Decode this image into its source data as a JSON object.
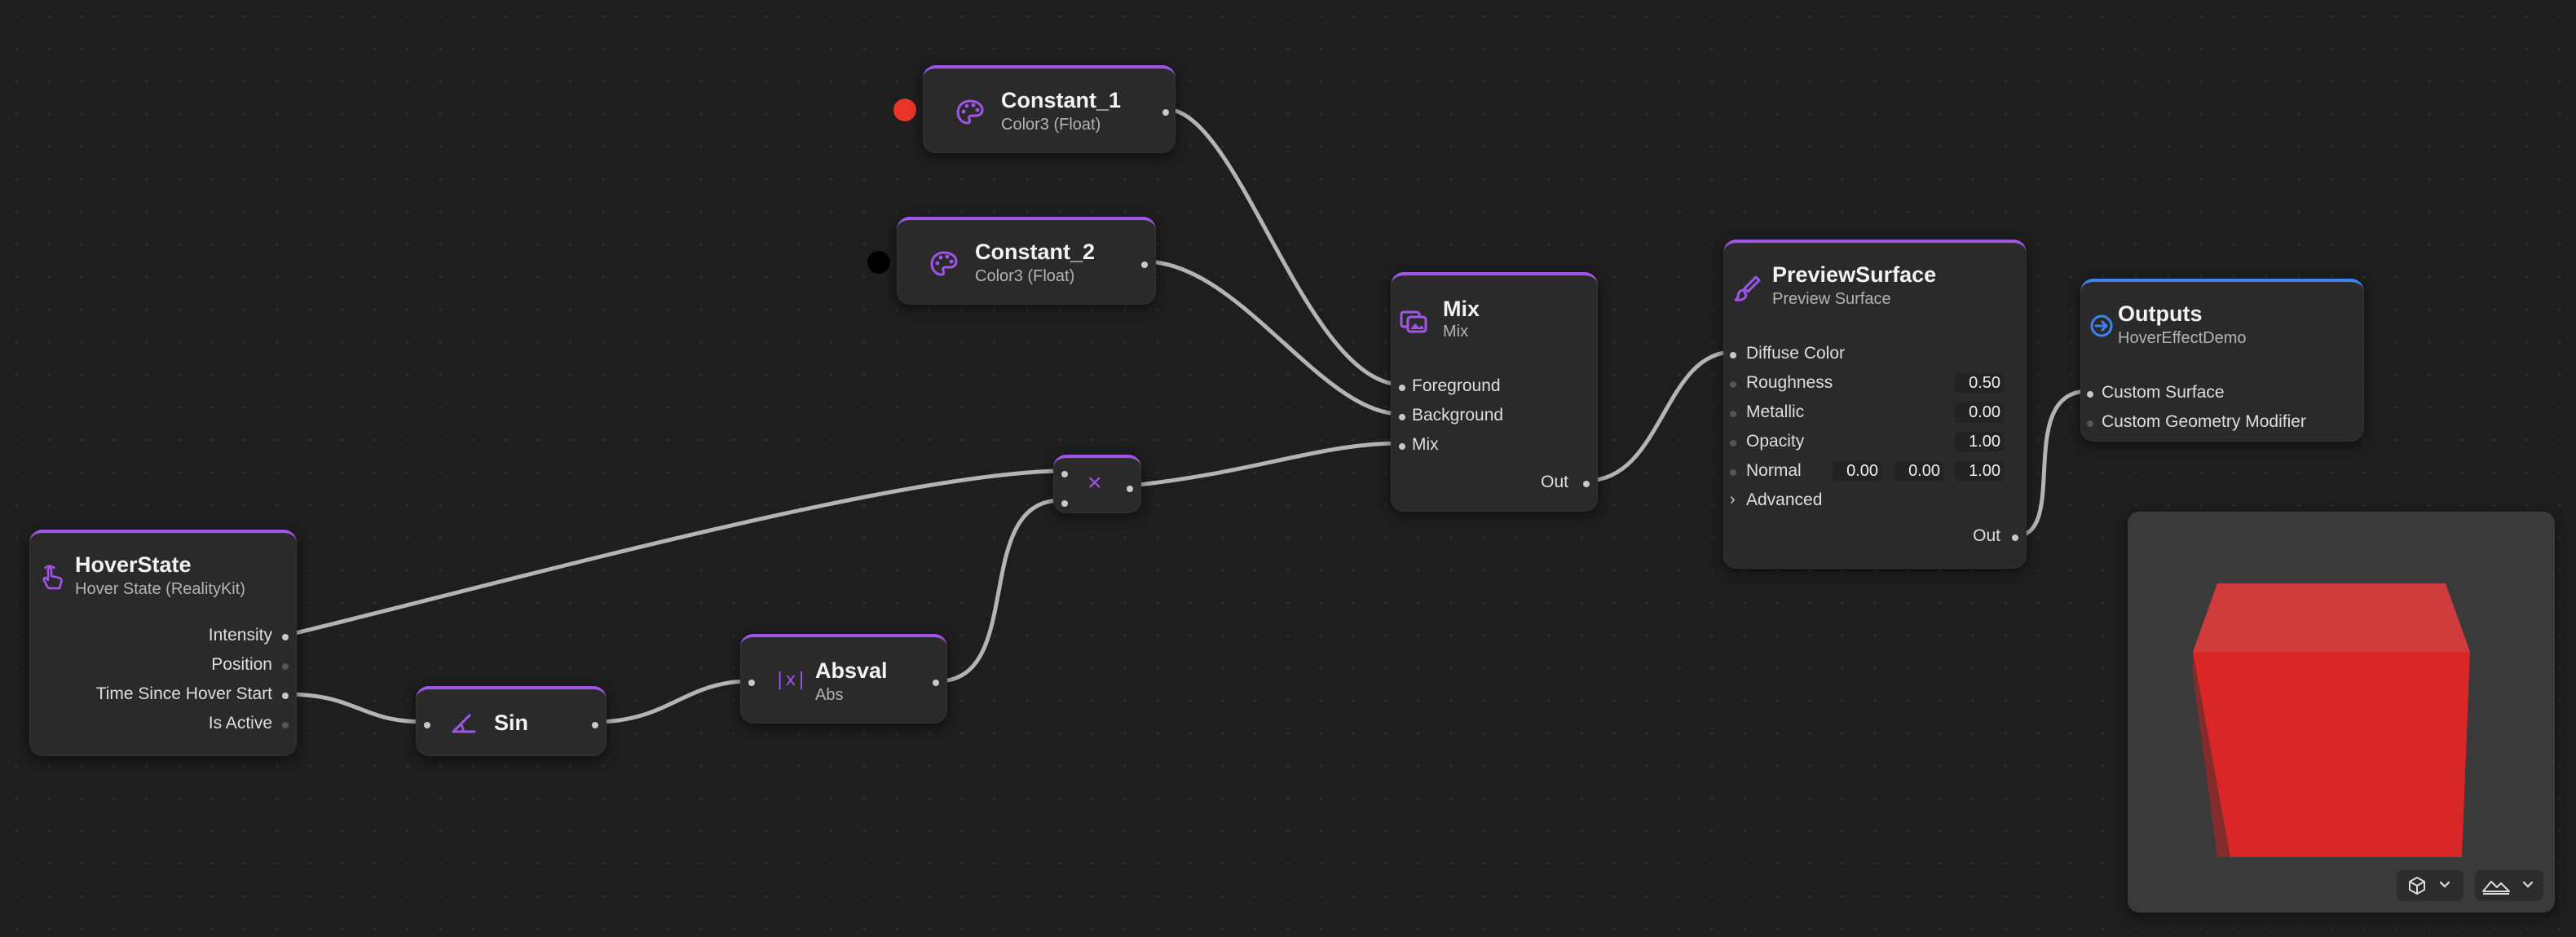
{
  "colors": {
    "accent_purple": "#a155e8",
    "accent_blue": "#3d82f0",
    "constant1_value": "#e8342a",
    "constant2_value": "#000000",
    "wire": "#b4b4b4",
    "cube": "#d42a2a"
  },
  "nodes": {
    "constant_1": {
      "title": "Constant_1",
      "subtitle": "Color3 (Float)",
      "icon": "palette-icon"
    },
    "constant_2": {
      "title": "Constant_2",
      "subtitle": "Color3 (Float)",
      "icon": "palette-icon"
    },
    "mix": {
      "title": "Mix",
      "subtitle": "Mix",
      "icon": "image-mix-icon",
      "inputs": [
        "Foreground",
        "Background",
        "Mix"
      ],
      "output": "Out"
    },
    "multiply": {
      "icon": "multiply-icon",
      "symbol": "×"
    },
    "preview_surface": {
      "title": "PreviewSurface",
      "subtitle": "Preview Surface",
      "icon": "brush-icon",
      "inputs": [
        {
          "label": "Diffuse Color"
        },
        {
          "label": "Roughness",
          "value": "0.50"
        },
        {
          "label": "Metallic",
          "value": "0.00"
        },
        {
          "label": "Opacity",
          "value": "1.00"
        },
        {
          "label": "Normal",
          "values": [
            "0.00",
            "0.00",
            "1.00"
          ]
        }
      ],
      "advanced_label": "Advanced",
      "output": "Out"
    },
    "outputs": {
      "title": "Outputs",
      "subtitle": "HoverEffectDemo",
      "icon": "output-arrow-icon",
      "inputs": [
        "Custom Surface",
        "Custom Geometry Modifier"
      ]
    },
    "hover_state": {
      "title": "HoverState",
      "subtitle": "Hover State (RealityKit)",
      "icon": "hand-pointer-icon",
      "outputs": [
        "Intensity",
        "Position",
        "Time Since Hover Start",
        "Is Active"
      ]
    },
    "sin": {
      "title": "Sin",
      "icon": "angle-icon"
    },
    "absval": {
      "title": "Absval",
      "subtitle": "Abs",
      "icon": "abs-icon",
      "symbol": "|x|"
    }
  },
  "preview": {
    "object": "cube",
    "shape_menu_icon": "cube-outline-icon",
    "environment_menu_icon": "mountains-icon"
  }
}
